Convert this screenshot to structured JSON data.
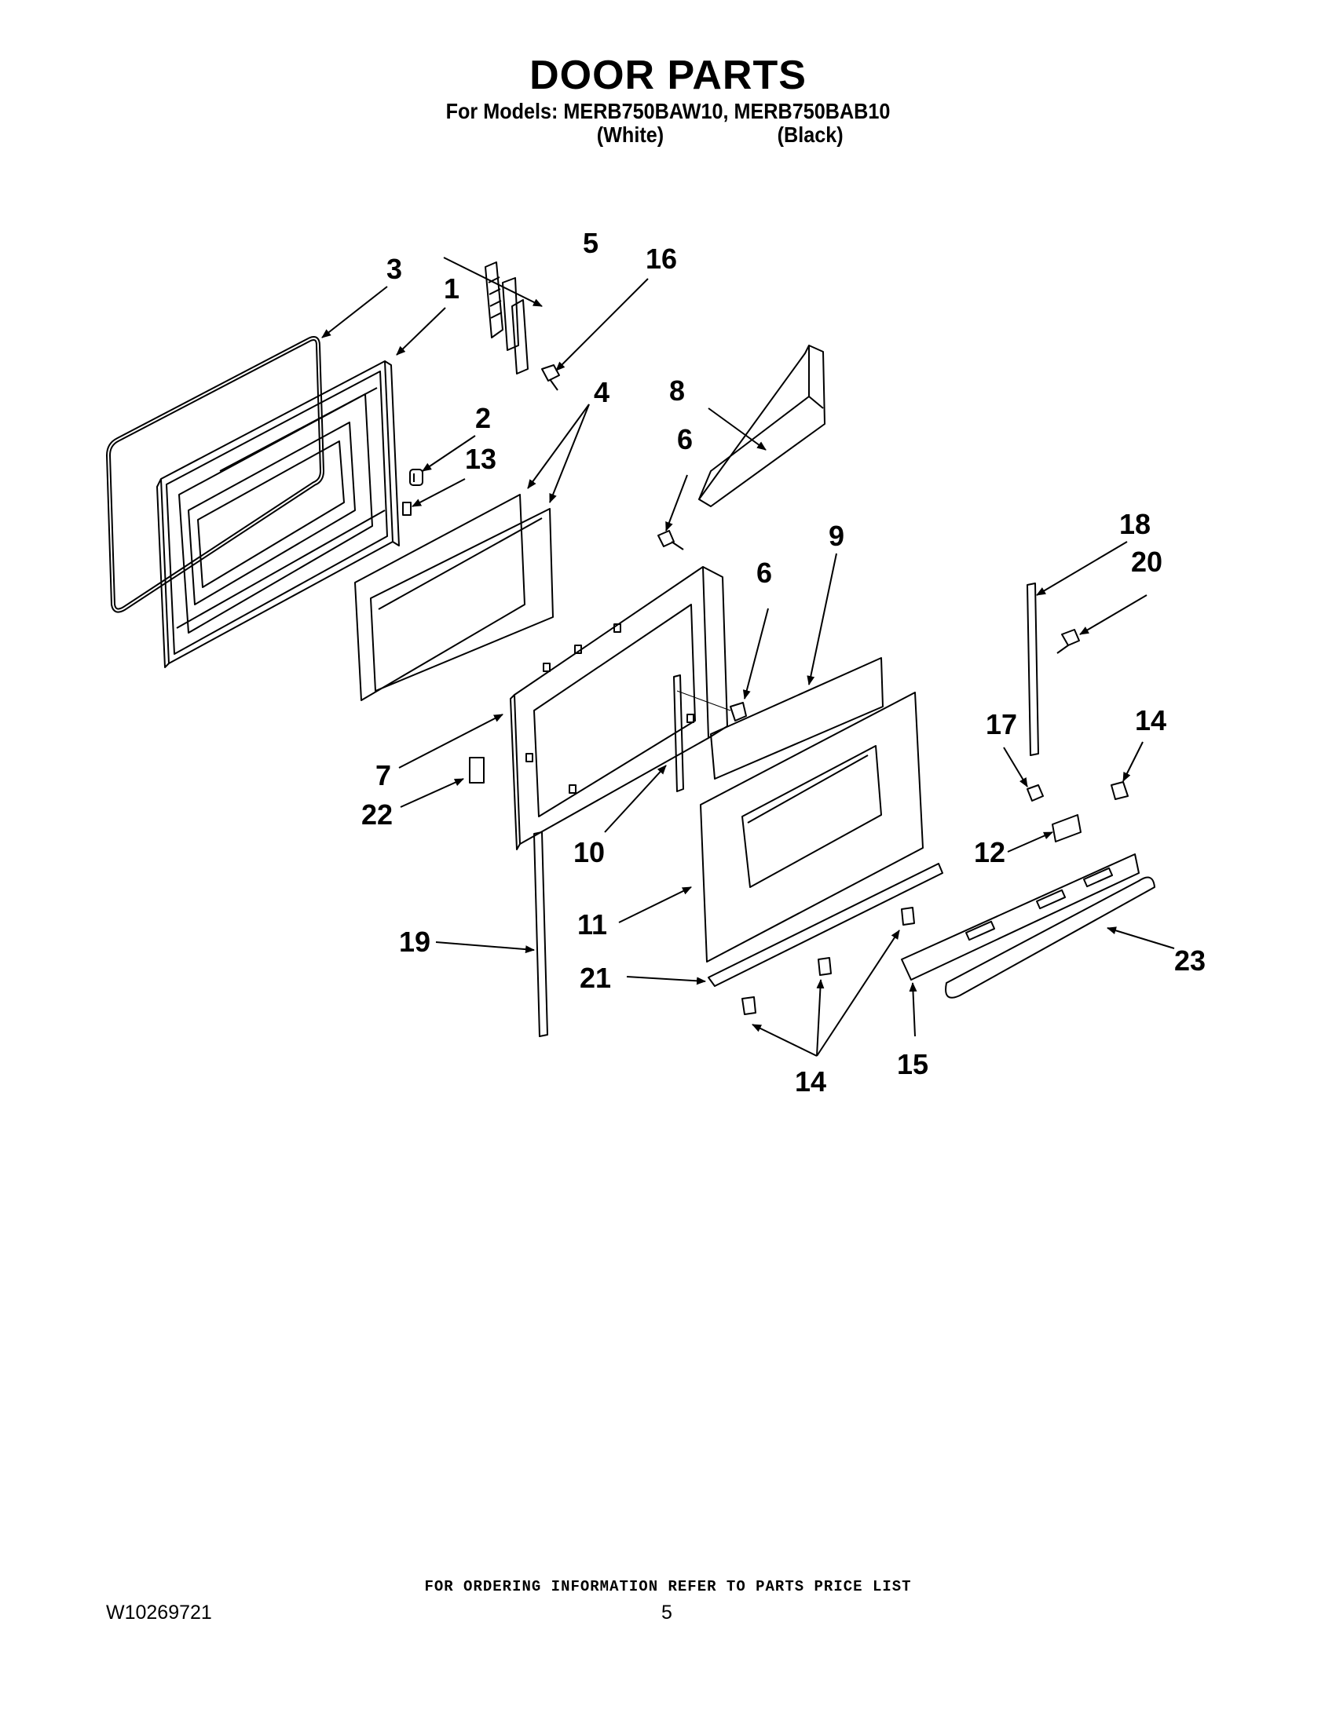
{
  "header": {
    "title": "DOOR PARTS",
    "models_line": "For Models: MERB750BAW10, MERB750BAB10",
    "variant_white": "(White)",
    "variant_black": "(Black)"
  },
  "callouts": {
    "c1": "1",
    "c2": "2",
    "c3": "3",
    "c4": "4",
    "c5": "5",
    "c6a": "6",
    "c6b": "6",
    "c7": "7",
    "c8": "8",
    "c9": "9",
    "c10": "10",
    "c11": "11",
    "c12": "12",
    "c13": "13",
    "c14a": "14",
    "c14b": "14",
    "c15": "15",
    "c16": "16",
    "c17": "17",
    "c18": "18",
    "c19": "19",
    "c20": "20",
    "c21": "21",
    "c22": "22",
    "c23": "23"
  },
  "footer": {
    "ordering_note": "FOR ORDERING INFORMATION REFER TO PARTS PRICE LIST",
    "document_number": "W10269721",
    "page_number": "5"
  }
}
